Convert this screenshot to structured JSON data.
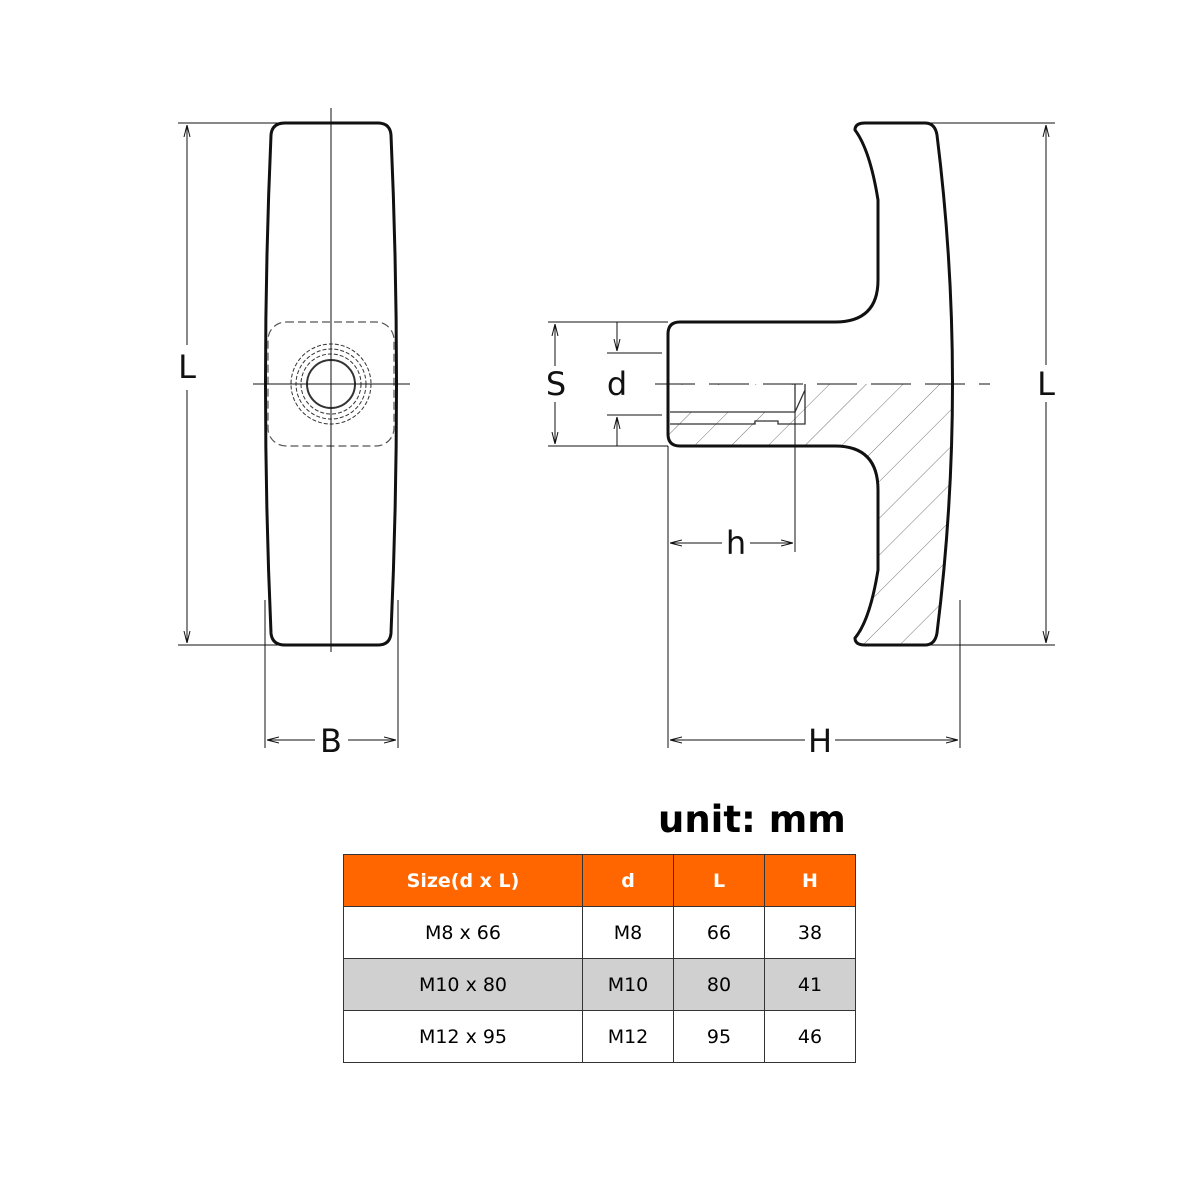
{
  "labels": {
    "front_length": "L",
    "front_width": "B",
    "side_s": "S",
    "side_d": "d",
    "side_h": "h",
    "side_height": "H",
    "side_length": "L"
  },
  "unit": "unit: mm",
  "table": {
    "headers": [
      "Size(d x L)",
      "d",
      "L",
      "H"
    ],
    "rows": [
      [
        "M8 x 66",
        "M8",
        "66",
        "38"
      ],
      [
        "M10 x 80",
        "M10",
        "80",
        "41"
      ],
      [
        "M12 x 95",
        "M12",
        "95",
        "46"
      ]
    ]
  },
  "colors": {
    "header": "#ff6600",
    "alt_row": "#d0d0d0"
  }
}
